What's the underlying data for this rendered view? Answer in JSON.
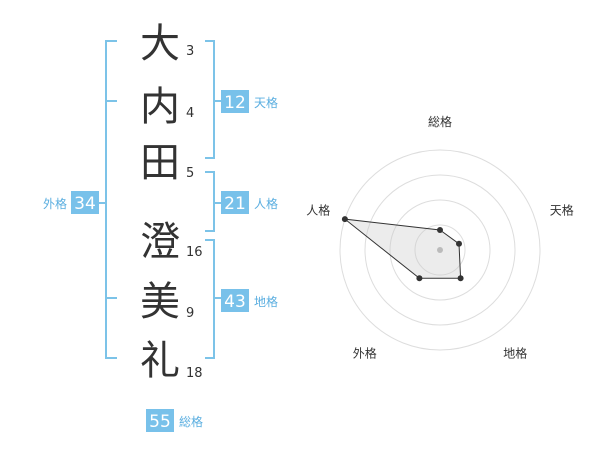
{
  "name": {
    "chars": [
      {
        "char": "大",
        "strokes": "3"
      },
      {
        "char": "内",
        "strokes": "4"
      },
      {
        "char": "田",
        "strokes": "5"
      },
      {
        "char": "澄",
        "strokes": "16"
      },
      {
        "char": "美",
        "strokes": "9"
      },
      {
        "char": "礼",
        "strokes": "18"
      }
    ]
  },
  "scores": {
    "tenkaku": {
      "value": "12",
      "label": "天格"
    },
    "jinkaku": {
      "value": "21",
      "label": "人格"
    },
    "chikaku": {
      "value": "43",
      "label": "地格"
    },
    "gaikaku": {
      "value": "34",
      "label": "外格"
    },
    "soukaku": {
      "value": "55",
      "label": "総格"
    }
  },
  "chart_data": {
    "type": "radar",
    "axes": [
      "総格",
      "天格",
      "地格",
      "外格",
      "人格"
    ],
    "values": [
      0.2,
      0.2,
      0.35,
      0.35,
      1.0
    ],
    "rings": 4,
    "accent_color": "#78c1ea"
  }
}
